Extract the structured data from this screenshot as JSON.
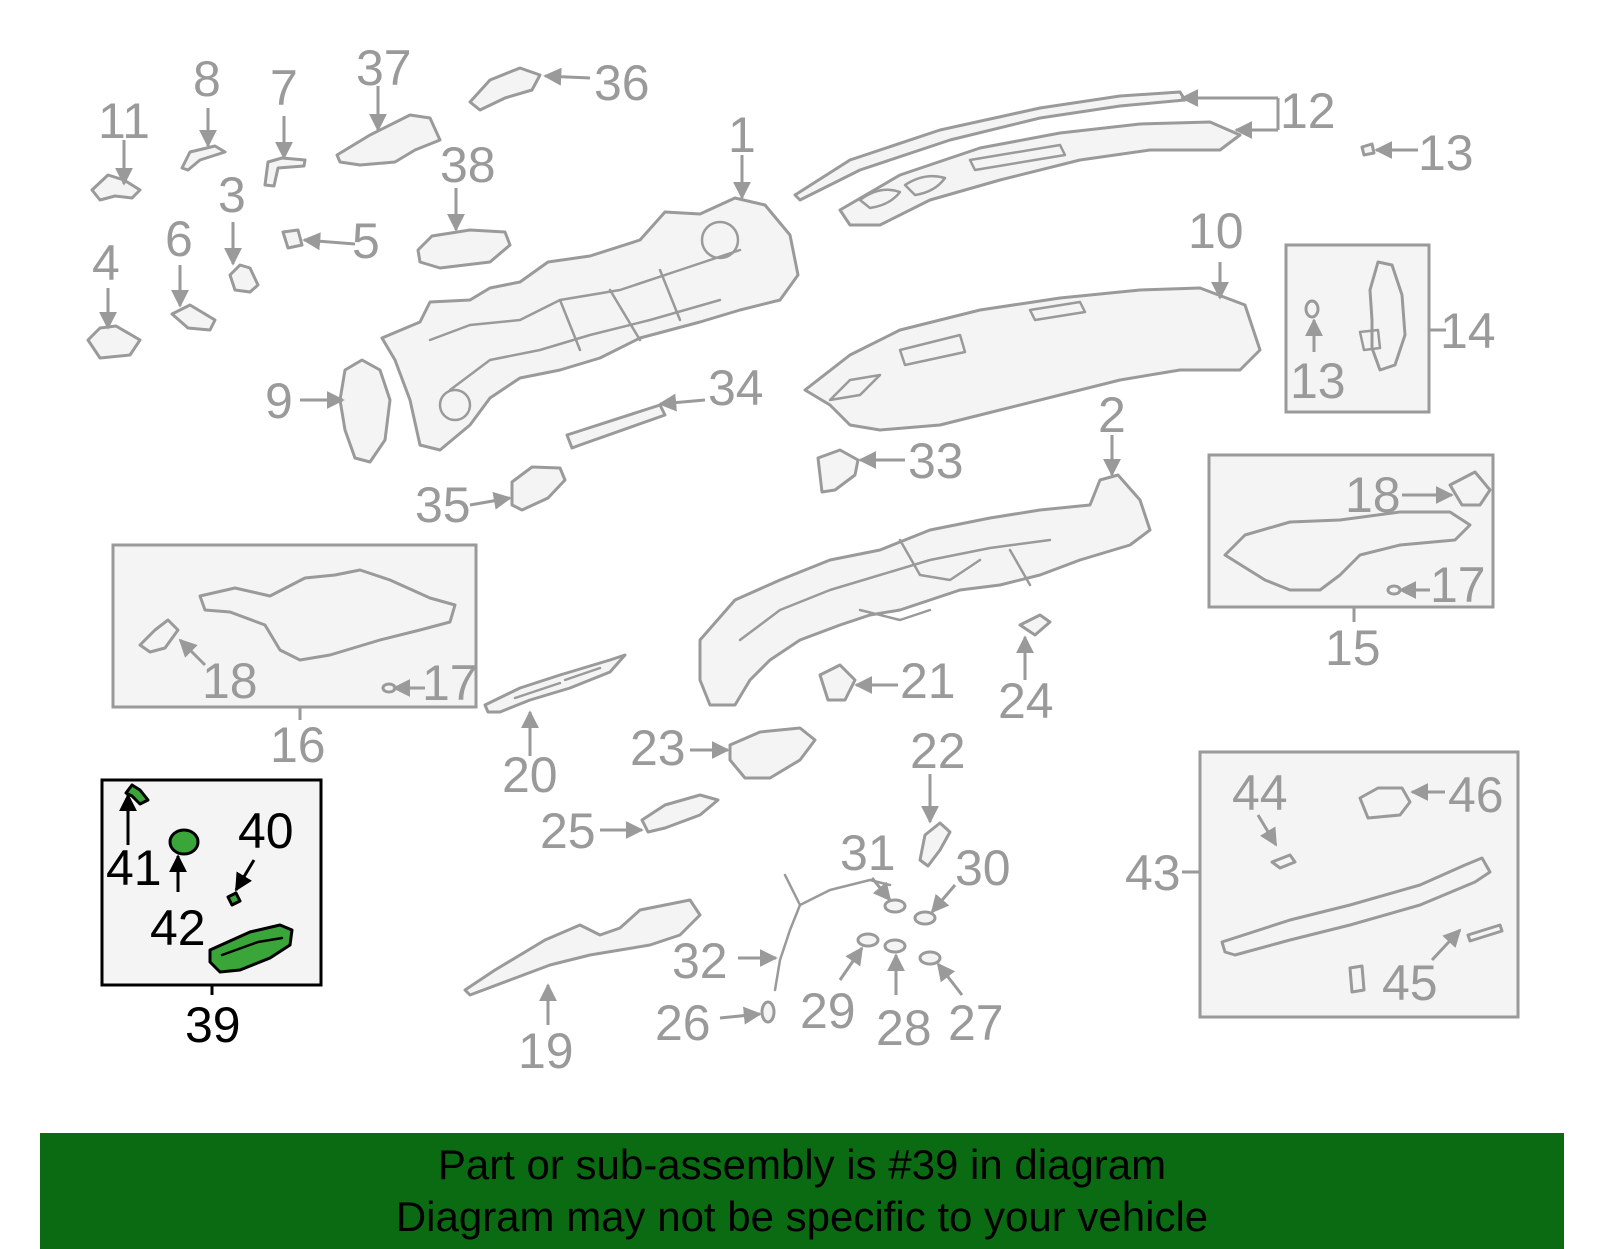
{
  "banner": {
    "line1": "Part or sub-assembly is #39 in diagram",
    "line2": "Diagram may not be specific to your vehicle"
  },
  "colors": {
    "parts": "#9a9a9a",
    "highlight_fill": "#3aa63a",
    "highlight_outline": "#000000",
    "banner": "#0b6b12"
  },
  "callouts": {
    "n1": "1",
    "n2": "2",
    "n3": "3",
    "n4": "4",
    "n5": "5",
    "n6": "6",
    "n7": "7",
    "n8": "8",
    "n9": "9",
    "n10": "10",
    "n11": "11",
    "n12": "12",
    "n13a": "13",
    "n13b": "13",
    "n14": "14",
    "n15": "15",
    "n16": "16",
    "n17a": "17",
    "n17b": "17",
    "n18a": "18",
    "n18b": "18",
    "n19": "19",
    "n20": "20",
    "n21": "21",
    "n22": "22",
    "n23": "23",
    "n24": "24",
    "n25": "25",
    "n26": "26",
    "n27": "27",
    "n28": "28",
    "n29": "29",
    "n30": "30",
    "n31": "31",
    "n32": "32",
    "n33": "33",
    "n34": "34",
    "n35": "35",
    "n36": "36",
    "n37": "37",
    "n38": "38",
    "n39": "39",
    "n40": "40",
    "n41": "41",
    "n42": "42",
    "n43": "43",
    "n44": "44",
    "n45": "45",
    "n46": "46"
  },
  "highlighted_part": "39"
}
